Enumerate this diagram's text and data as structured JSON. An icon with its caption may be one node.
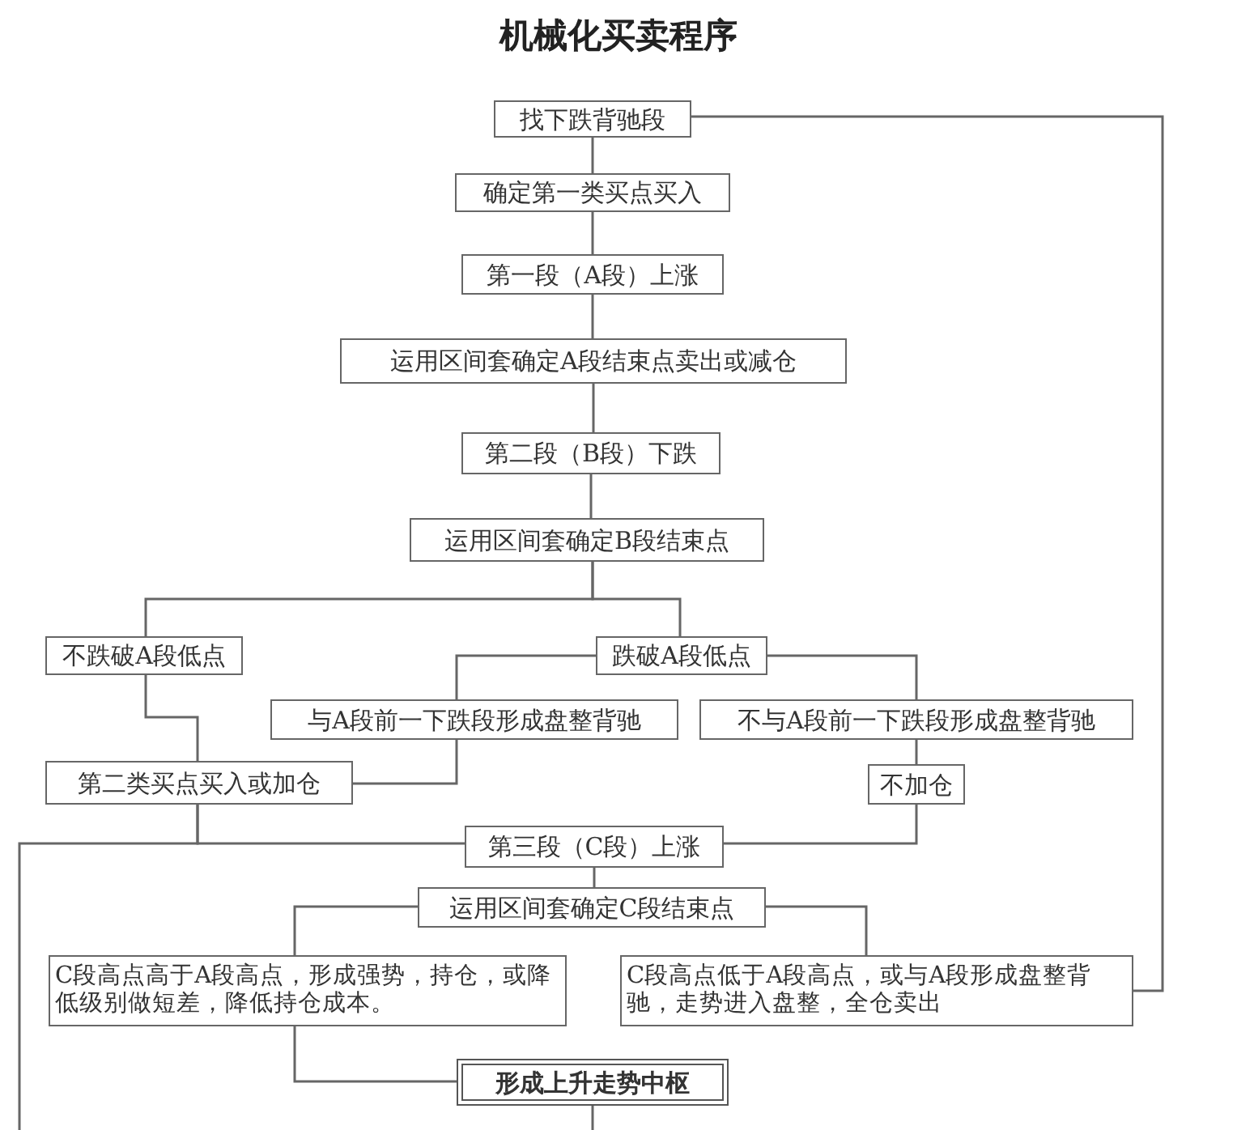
{
  "diagram": {
    "title": "机械化买卖程序",
    "nodes": [
      {
        "text": [
          "找下跌背驰段"
        ]
      },
      {
        "text": [
          "确定第一类买点买入"
        ]
      },
      {
        "text": [
          "第一段（A段）上涨"
        ]
      },
      {
        "text": [
          "运用区间套确定A段结束点卖出或减仓"
        ]
      },
      {
        "text": [
          "第二段（B段）下跌"
        ]
      },
      {
        "text": [
          "运用区间套确定B段结束点"
        ]
      },
      {
        "text": [
          "不跌破A段低点"
        ]
      },
      {
        "text": [
          "跌破A段低点"
        ]
      },
      {
        "text": [
          "与A段前一下跌段形成盘整背驰"
        ]
      },
      {
        "text": [
          "不与A段前一下跌段形成盘整背驰"
        ]
      },
      {
        "text": [
          "第二类买点买入或加仓"
        ]
      },
      {
        "text": [
          "不加仓"
        ]
      },
      {
        "text": [
          "第三段（C段）上涨"
        ]
      },
      {
        "text": [
          "运用区间套确定C段结束点"
        ]
      },
      {
        "text": [
          "C段高点高于A段高点，形成强势，持仓，或降低级别做短差，降低持仓成本。"
        ]
      },
      {
        "text": [
          "C段高点低于A段高点，或与A段形成盘整背驰，走势进入盘整，全仓卖出"
        ]
      },
      {
        "text": [
          "形成上升走势中枢"
        ]
      }
    ],
    "edges": [
      {
        "from": 0,
        "to": 1,
        "arrow": "none"
      },
      {
        "from": 1,
        "to": 2,
        "arrow": "none"
      },
      {
        "from": 2,
        "to": 3,
        "arrow": "none"
      },
      {
        "from": 3,
        "to": 4,
        "arrow": "none"
      },
      {
        "from": 4,
        "to": 5,
        "arrow": "none"
      },
      {
        "from": 5,
        "to": 6,
        "arrow": "none"
      },
      {
        "from": 5,
        "to": 7,
        "arrow": "none"
      },
      {
        "from": 7,
        "to": 8,
        "arrow": "none"
      },
      {
        "from": 7,
        "to": 9,
        "arrow": "none"
      },
      {
        "from": 6,
        "to": 10,
        "arrow": "none"
      },
      {
        "from": 8,
        "to": 10,
        "arrow": "none"
      },
      {
        "from": 9,
        "to": 11,
        "arrow": "none"
      },
      {
        "from": 10,
        "to": 12,
        "arrow": "none"
      },
      {
        "from": 11,
        "to": 12,
        "arrow": "none"
      },
      {
        "from": 10,
        "to": null,
        "arrow": "none"
      },
      {
        "from": 12,
        "to": 13,
        "arrow": "none"
      },
      {
        "from": 13,
        "to": 14,
        "arrow": "none"
      },
      {
        "from": 13,
        "to": 15,
        "arrow": "none"
      },
      {
        "from": 14,
        "to": 16,
        "arrow": "none"
      },
      {
        "from": 15,
        "to": 0,
        "arrow": "none"
      },
      {
        "from": 16,
        "to": null,
        "arrow": "none"
      }
    ]
  }
}
